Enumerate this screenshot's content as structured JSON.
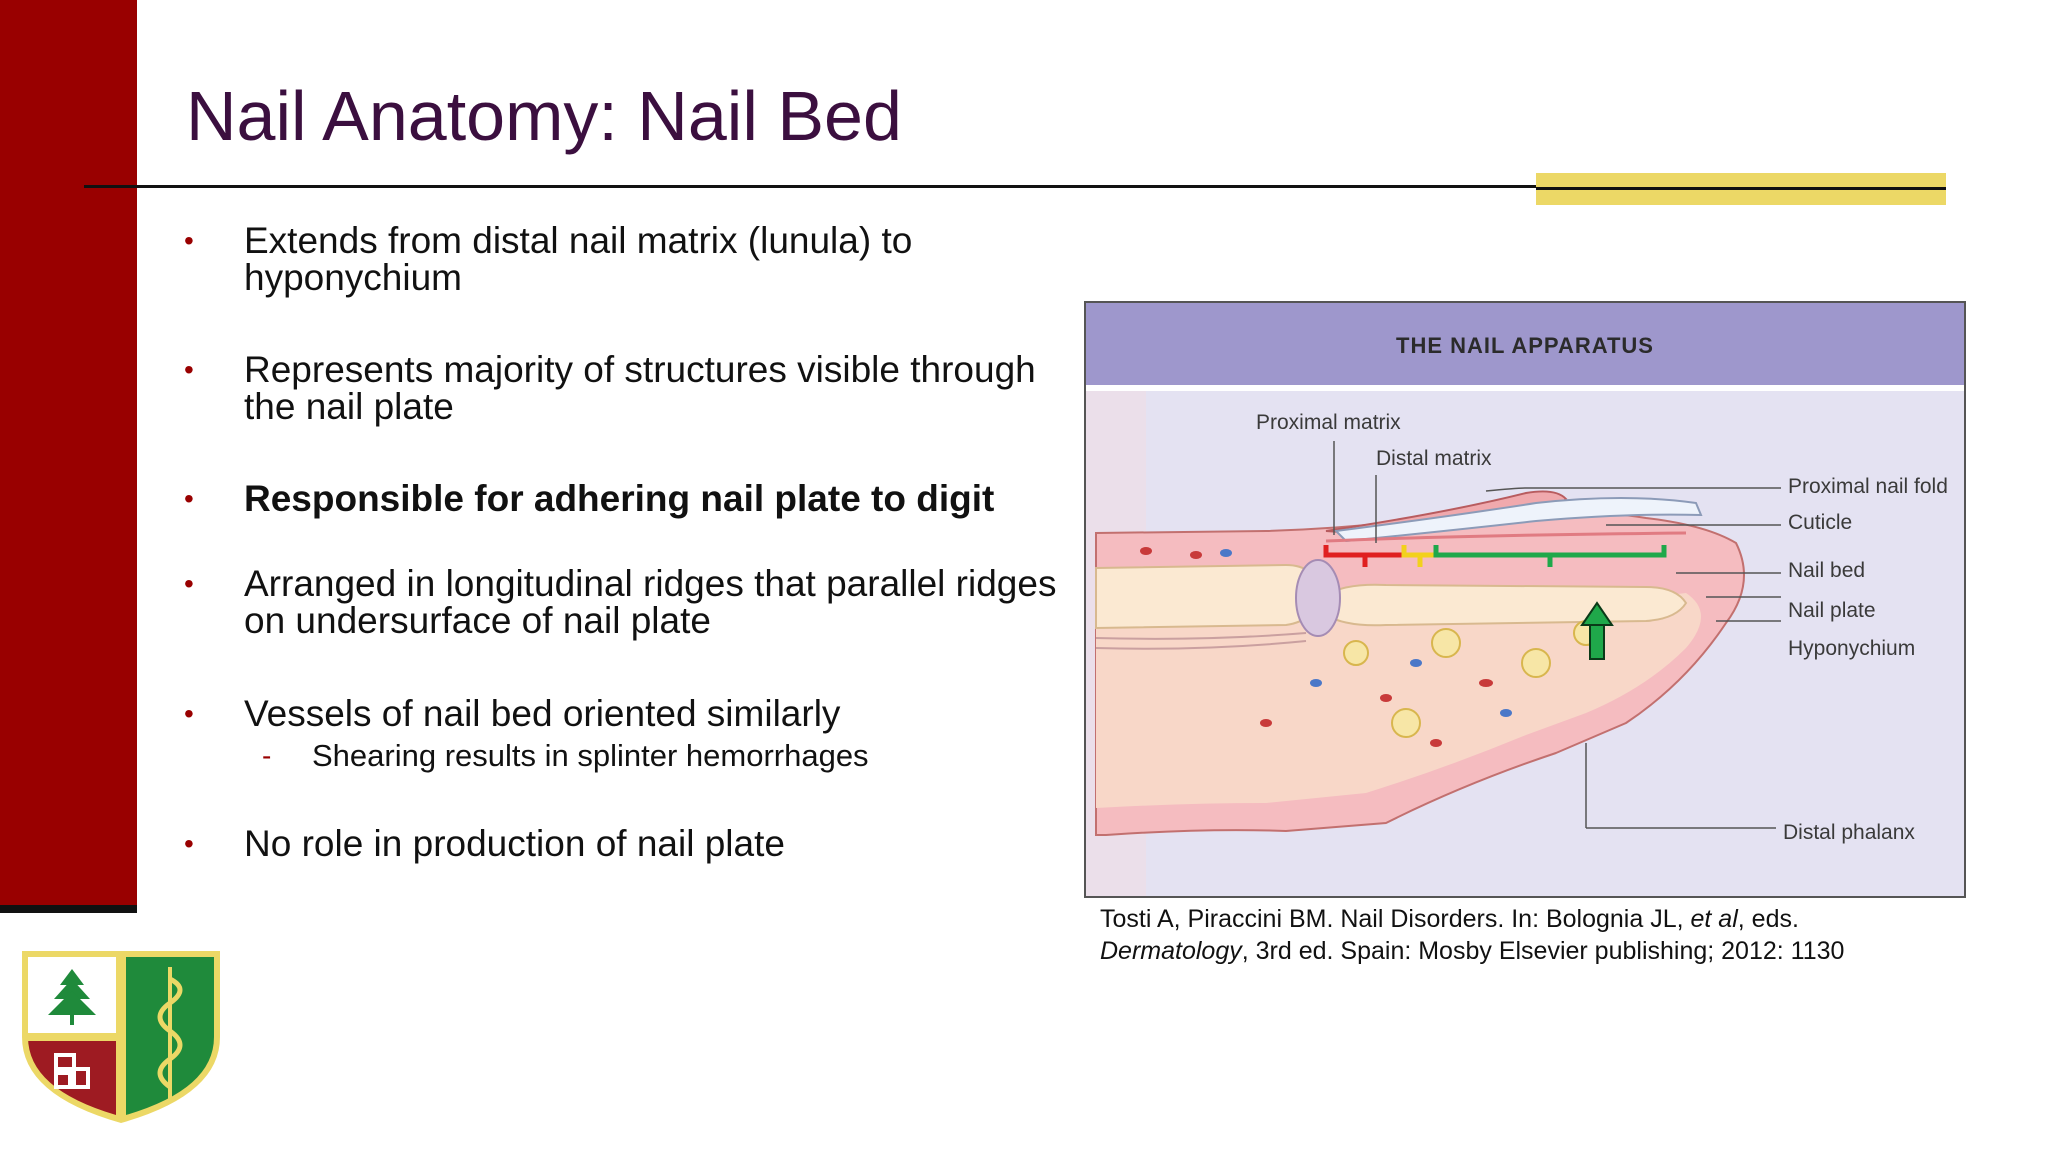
{
  "slide": {
    "title": "Nail Anatomy: Nail Bed"
  },
  "bullets": [
    {
      "text": "Extends from distal nail matrix (lunula) to hyponychium",
      "bold": false
    },
    {
      "text": "Represents majority of structures visible through the nail plate",
      "bold": false
    },
    {
      "text": "Responsible for adhering nail plate to digit",
      "bold": true
    },
    {
      "text": "Arranged in longitudinal ridges that parallel ridges on undersurface of nail plate",
      "bold": false
    },
    {
      "text": "Vessels of nail bed oriented similarly",
      "bold": false,
      "sub": [
        "Shearing results in splinter hemorrhages"
      ]
    },
    {
      "text": "No role in production of nail plate",
      "bold": false
    }
  ],
  "figure": {
    "title": "THE NAIL APPARATUS",
    "labels": {
      "proximal_matrix": "Proximal matrix",
      "distal_matrix": "Distal matrix",
      "proximal_nail_fold": "Proximal nail fold",
      "cuticle": "Cuticle",
      "nail_bed": "Nail bed",
      "nail_plate": "Nail plate",
      "hyponychium": "Hyponychium",
      "distal_phalanx": "Distal phalanx"
    },
    "bracket_colors": {
      "proximal_matrix": "#e02020",
      "distal_matrix": "#f2d11c",
      "nail_bed": "#1fa84a"
    }
  },
  "citation": {
    "line1_prefix": "Tosti A, Piraccini BM. Nail Disorders. In: Bolognia JL, ",
    "line1_italic": "et al",
    "line1_suffix": ", eds.",
    "line2_italic": "Dermatology",
    "line2_rest": ", 3rd ed. Spain: Mosby Elsevier publishing; 2012: 1130"
  },
  "theme": {
    "sidebar_color": "#990000",
    "title_color": "#3b0f3f",
    "accent_color": "#ecd866",
    "figure_header_color": "#9e97cc"
  }
}
